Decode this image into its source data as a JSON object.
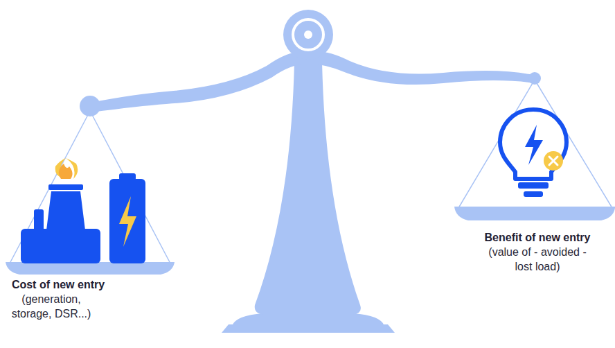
{
  "diagram": {
    "labels": [
      "Cost of new entry",
      "(generation, storage, DSR...)",
      "Benefit of new entry",
      "(value of - avoided - lost load)"
    ]
  }
}
